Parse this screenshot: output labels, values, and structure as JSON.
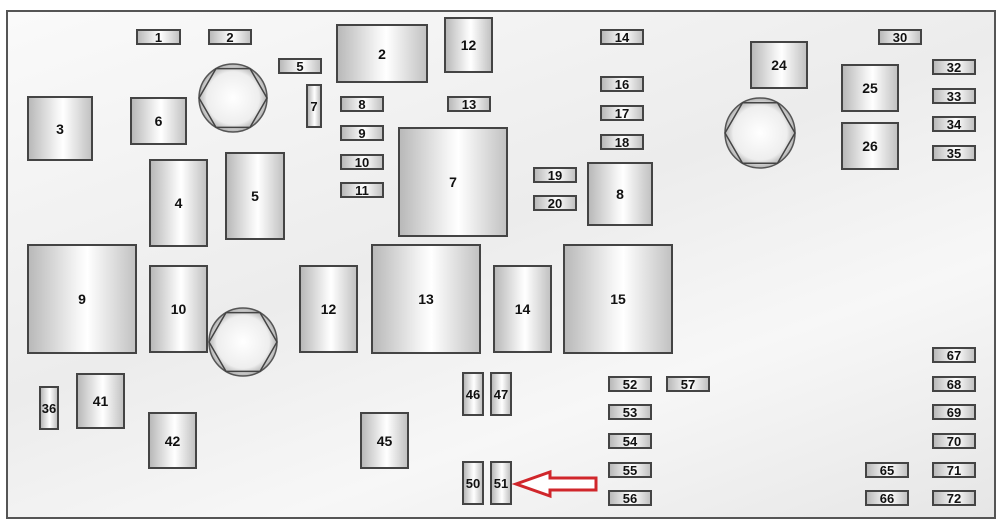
{
  "diagram": {
    "title": "Fuse block component layout",
    "highlight_color": "#d0262b",
    "highlighted_component": "51",
    "components": [
      {
        "label": "1",
        "type": "fuse"
      },
      {
        "label": "2",
        "type": "fuse"
      },
      {
        "label": "5",
        "type": "fuse"
      },
      {
        "label": "7",
        "type": "fuse"
      },
      {
        "label": "8",
        "type": "fuse"
      },
      {
        "label": "9",
        "type": "fuse"
      },
      {
        "label": "10",
        "type": "fuse"
      },
      {
        "label": "11",
        "type": "fuse"
      },
      {
        "label": "13",
        "type": "fuse"
      },
      {
        "label": "14",
        "type": "fuse"
      },
      {
        "label": "16",
        "type": "fuse"
      },
      {
        "label": "17",
        "type": "fuse"
      },
      {
        "label": "18",
        "type": "fuse"
      },
      {
        "label": "19",
        "type": "fuse"
      },
      {
        "label": "20",
        "type": "fuse"
      },
      {
        "label": "30",
        "type": "fuse"
      },
      {
        "label": "32",
        "type": "fuse"
      },
      {
        "label": "33",
        "type": "fuse"
      },
      {
        "label": "34",
        "type": "fuse"
      },
      {
        "label": "35",
        "type": "fuse"
      },
      {
        "label": "67",
        "type": "fuse"
      },
      {
        "label": "68",
        "type": "fuse"
      },
      {
        "label": "69",
        "type": "fuse"
      },
      {
        "label": "70",
        "type": "fuse"
      },
      {
        "label": "71",
        "type": "fuse"
      },
      {
        "label": "72",
        "type": "fuse"
      },
      {
        "label": "52",
        "type": "fuse"
      },
      {
        "label": "57",
        "type": "fuse"
      },
      {
        "label": "53",
        "type": "fuse"
      },
      {
        "label": "54",
        "type": "fuse"
      },
      {
        "label": "55",
        "type": "fuse"
      },
      {
        "label": "56",
        "type": "fuse"
      },
      {
        "label": "65",
        "type": "fuse"
      },
      {
        "label": "66",
        "type": "fuse"
      },
      {
        "label": "36",
        "type": "fuse"
      },
      {
        "label": "46",
        "type": "fuse"
      },
      {
        "label": "47",
        "type": "fuse"
      },
      {
        "label": "50",
        "type": "fuse"
      },
      {
        "label": "51",
        "type": "fuse"
      },
      {
        "label": "2",
        "type": "relay"
      },
      {
        "label": "12",
        "type": "relay"
      },
      {
        "label": "3",
        "type": "relay"
      },
      {
        "label": "6",
        "type": "relay"
      },
      {
        "label": "4",
        "type": "relay"
      },
      {
        "label": "5",
        "type": "relay"
      },
      {
        "label": "7",
        "type": "relay"
      },
      {
        "label": "8",
        "type": "relay"
      },
      {
        "label": "24",
        "type": "relay"
      },
      {
        "label": "25",
        "type": "relay"
      },
      {
        "label": "26",
        "type": "relay"
      },
      {
        "label": "9",
        "type": "relay"
      },
      {
        "label": "10",
        "type": "relay"
      },
      {
        "label": "12",
        "type": "relay"
      },
      {
        "label": "13",
        "type": "relay"
      },
      {
        "label": "14",
        "type": "relay"
      },
      {
        "label": "15",
        "type": "relay"
      },
      {
        "label": "41",
        "type": "relay"
      },
      {
        "label": "42",
        "type": "relay"
      },
      {
        "label": "45",
        "type": "relay"
      }
    ]
  }
}
